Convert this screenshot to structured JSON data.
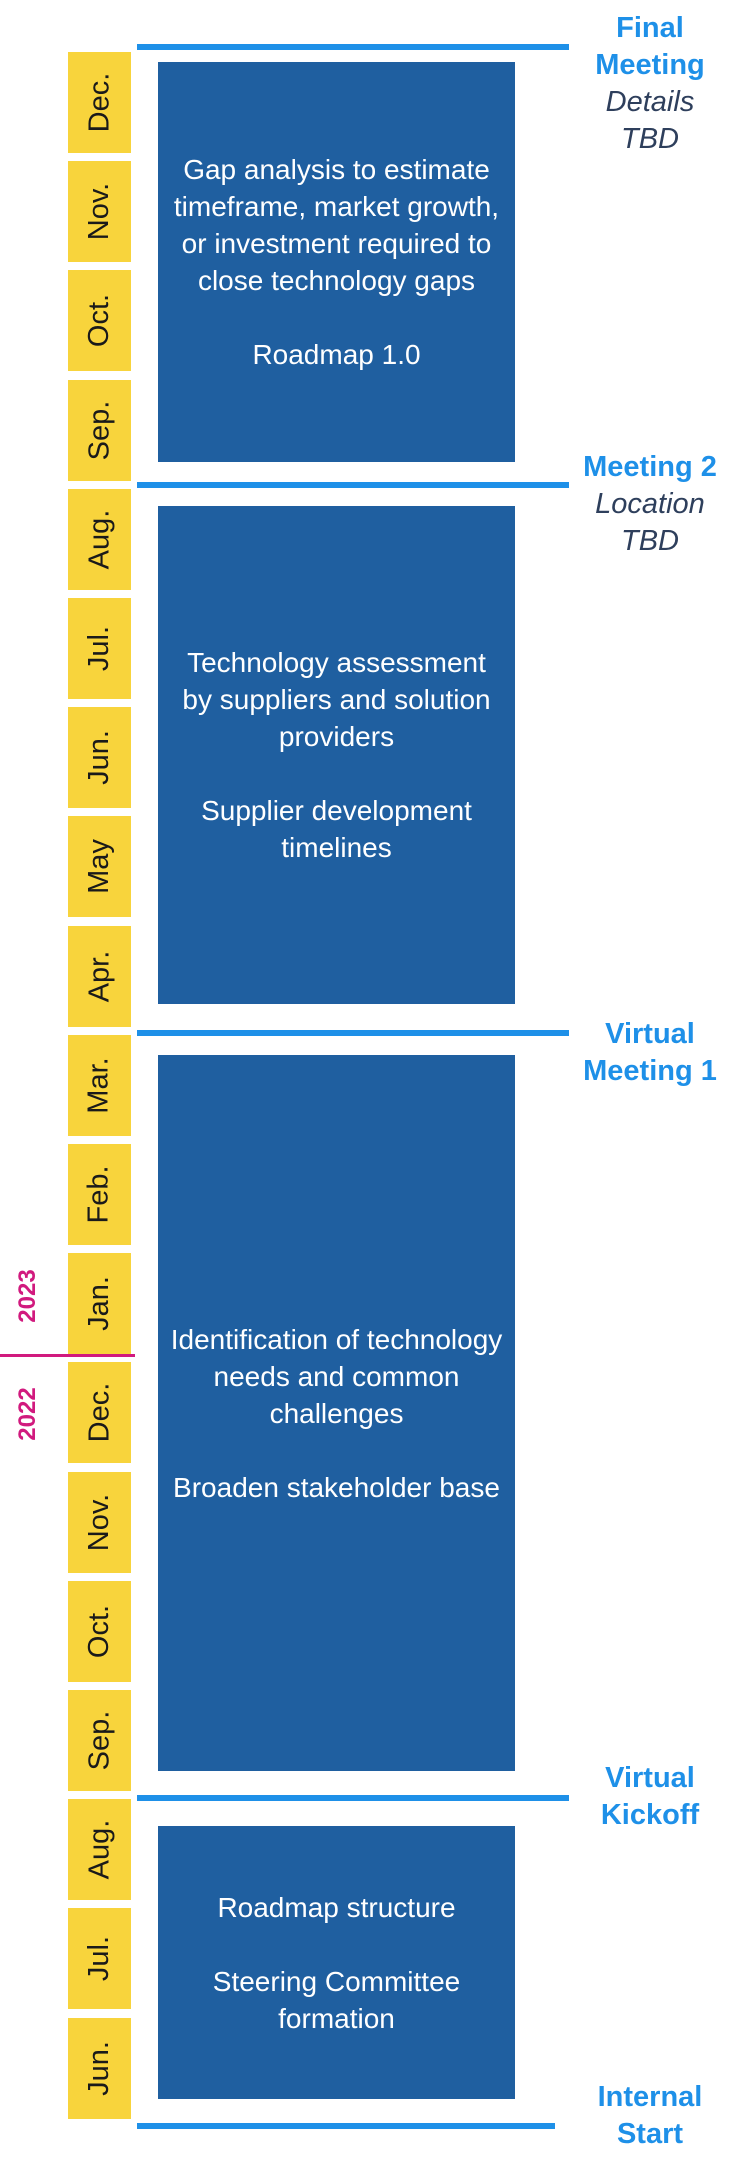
{
  "months": [
    {
      "label": "Dec."
    },
    {
      "label": "Nov."
    },
    {
      "label": "Oct."
    },
    {
      "label": "Sep."
    },
    {
      "label": "Aug."
    },
    {
      "label": "Jul."
    },
    {
      "label": "Jun."
    },
    {
      "label": "May"
    },
    {
      "label": "Apr."
    },
    {
      "label": "Mar."
    },
    {
      "label": "Feb."
    },
    {
      "label": "Jan."
    },
    {
      "label": "Dec."
    },
    {
      "label": "Nov."
    },
    {
      "label": "Oct."
    },
    {
      "label": "Sep."
    },
    {
      "label": "Aug."
    },
    {
      "label": "Jul."
    },
    {
      "label": "Jun."
    }
  ],
  "phases": [
    {
      "paragraphs": [
        "Gap analysis to estimate timeframe, market growth, or investment required to close technology gaps",
        "Roadmap 1.0"
      ]
    },
    {
      "paragraphs": [
        "Technology assessment by suppliers and solution providers",
        "Supplier development timelines"
      ]
    },
    {
      "paragraphs": [
        "Identification of technology needs and common challenges",
        "Broaden stakeholder base"
      ]
    },
    {
      "paragraphs": [
        "Roadmap structure",
        "Steering Committee formation"
      ]
    }
  ],
  "milestones": [
    {
      "title_lines": [
        "Final",
        "Meeting"
      ],
      "detail_lines": [
        "Details",
        "TBD"
      ]
    },
    {
      "title_lines": [
        "Meeting 2"
      ],
      "detail_lines": [
        "Location",
        "TBD"
      ]
    },
    {
      "title_lines": [
        "Virtual",
        "Meeting 1"
      ],
      "detail_lines": []
    },
    {
      "title_lines": [
        "Virtual",
        "Kickoff"
      ],
      "detail_lines": []
    },
    {
      "title_lines": [
        "Internal",
        "Start"
      ],
      "detail_lines": []
    }
  ],
  "years": {
    "upper": "2023",
    "lower": "2022"
  },
  "colors": {
    "month_fill": "#f8d43c",
    "phase_fill": "#1f5fa0",
    "milestone_accent": "#1e90e8",
    "milestone_detail": "#2e3f5c",
    "year_accent": "#d11a7e"
  }
}
